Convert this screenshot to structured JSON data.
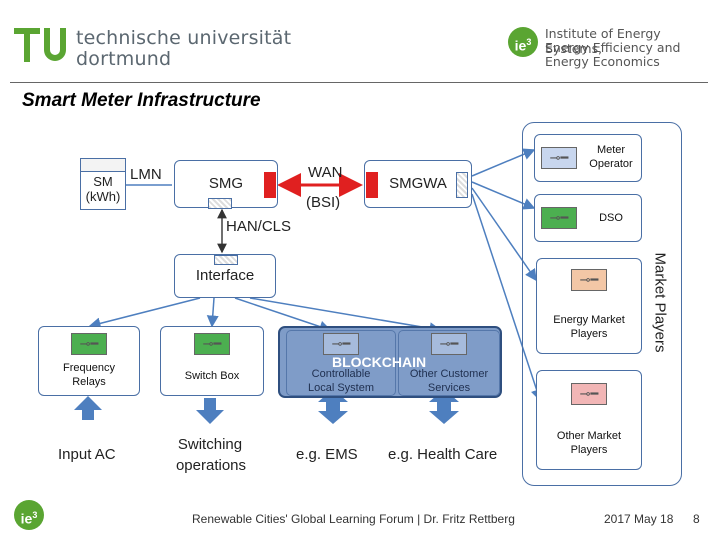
{
  "header": {
    "university_line1": "technische universität",
    "university_line2": "dortmund",
    "ie3_label": "ie",
    "ie3_sup": "3",
    "institute_lines": [
      "Institute of Energy Systems,",
      "Energy Efficiency and",
      "Energy Economics"
    ]
  },
  "title": "Smart Meter Infrastructure",
  "diagram": {
    "sm_line1": "SM",
    "sm_line2": "(kWh)",
    "lmn": "LMN",
    "smg": "SMG",
    "wan": "WAN",
    "bsi": "(BSI)",
    "smgwa": "SMGWA",
    "han_cls": "HAN/CLS",
    "interface": "Interface",
    "frequency_relays_1": "Frequency",
    "frequency_relays_2": "Relays",
    "switch_box": "Switch Box",
    "controllable_1": "Controllable",
    "controllable_2": "Local System",
    "other_services_1": "Other Customer",
    "other_services_2": "Services",
    "blockchain": "BLOCKCHAIN",
    "input_ac": "Input AC",
    "switching_1": "Switching",
    "switching_2": "operations",
    "eg_ems": "e.g. EMS",
    "eg_health": "e.g. Health Care",
    "market_players": "Market Players",
    "meter_operator_1": "Meter",
    "meter_operator_2": "Operator",
    "dso": "DSO",
    "energy_market_1": "Energy Market",
    "energy_market_2": "Players",
    "other_market_1": "Other Market",
    "other_market_2": "Players"
  },
  "colors": {
    "key_blue": "#c8d6ee",
    "key_green": "#4caf50",
    "key_orange": "#f3c7a6",
    "key_pink": "#f2b6b6",
    "blockchain_fill": "#7f9cc8",
    "arrow_blue": "#4e7fbf",
    "accent_red": "#e02020",
    "ie3_green": "#5aa532"
  },
  "footer": {
    "event": "Renewable Cities' Global Learning Forum   |   Dr. Fritz Rettberg",
    "date": "2017 May 18",
    "page": "8"
  }
}
